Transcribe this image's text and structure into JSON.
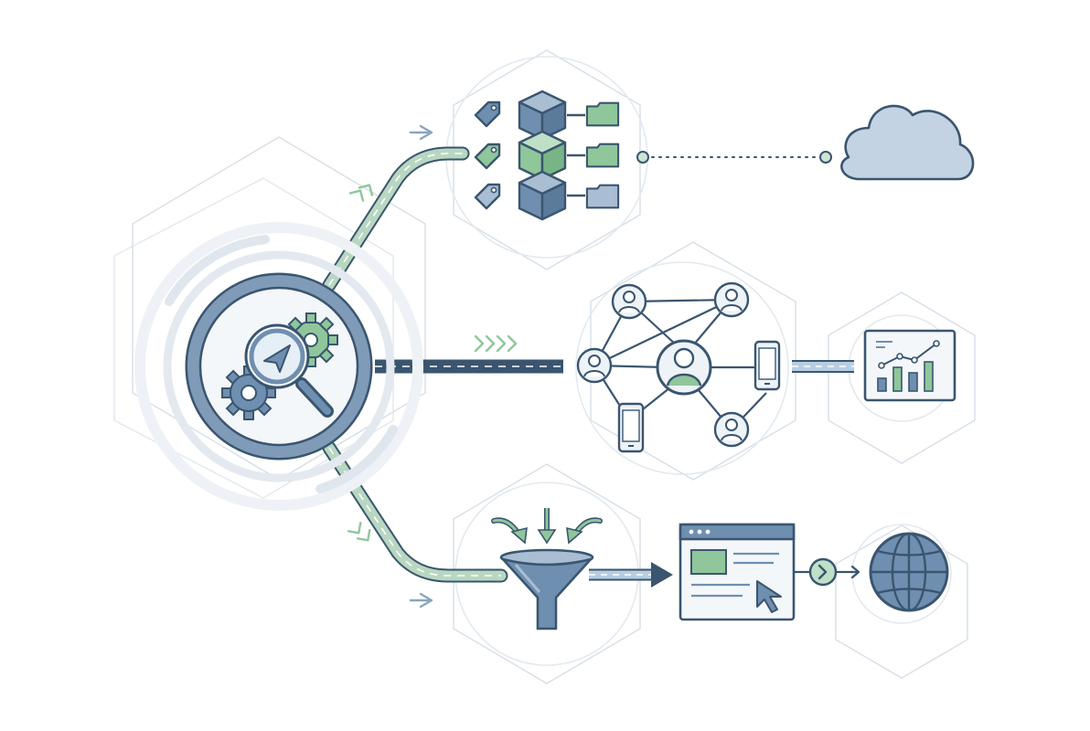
{
  "colors": {
    "background": "#ffffff",
    "outline": "#3a5570",
    "steel_blue": "#6f8fb0",
    "steel_blue_light": "#a9bdd3",
    "green": "#8fc79a",
    "green_dark": "#5f9f6c",
    "pale_blue": "#e8eef4",
    "hex_line": "#d8e0e8",
    "cloud_fill": "#c4d3e3"
  },
  "hub": {
    "icon": "magnifier-with-pointer-and-gears-icon"
  },
  "branches": [
    {
      "id": "top",
      "path": "curved-up",
      "stations": [
        {
          "icon": "tagged-data-blocks-with-folders-icon"
        },
        {
          "icon": "cloud-icon",
          "connector": "dotted-line"
        }
      ]
    },
    {
      "id": "middle",
      "path": "straight",
      "stations": [
        {
          "icon": "user-network-icon"
        },
        {
          "icon": "analytics-dashboard-icon"
        }
      ]
    },
    {
      "id": "bottom",
      "path": "curved-down",
      "stations": [
        {
          "icon": "funnel-icon"
        },
        {
          "icon": "web-page-cursor-icon"
        },
        {
          "icon": "globe-icon"
        }
      ]
    }
  ]
}
